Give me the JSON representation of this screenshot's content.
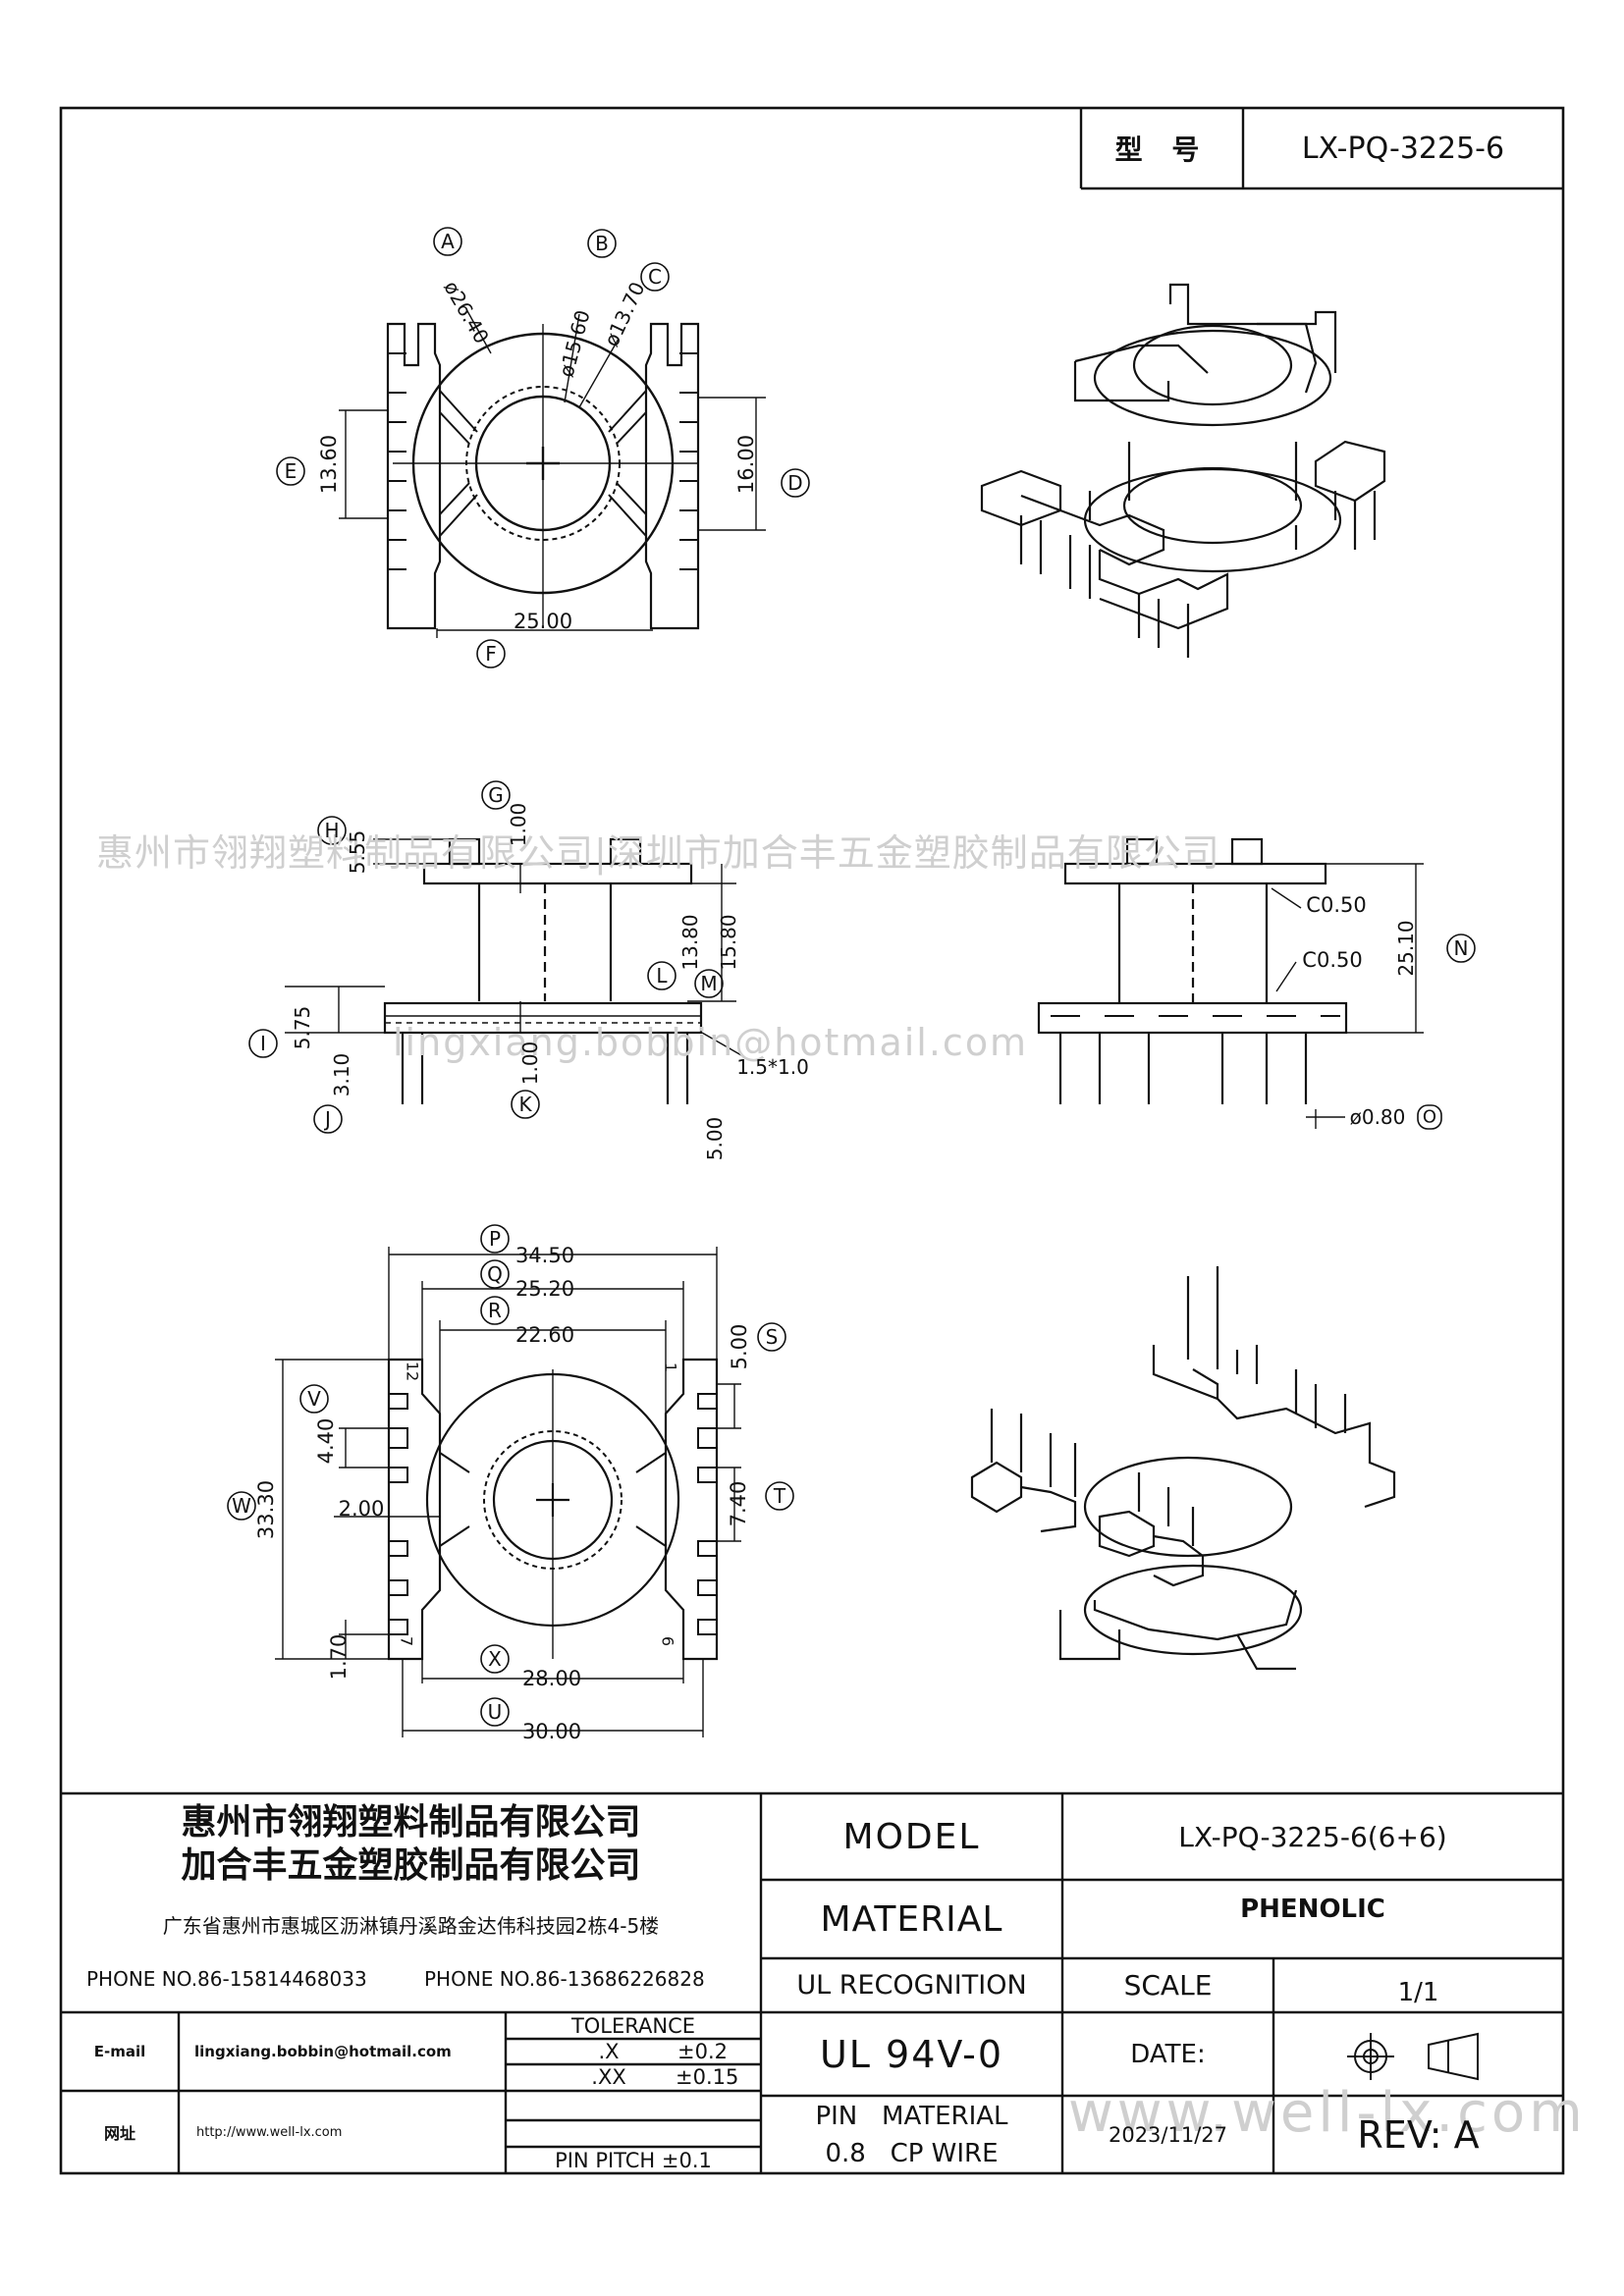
{
  "header": {
    "model_label": "型  号",
    "model_value": "LX-PQ-3225-6"
  },
  "watermarks": {
    "companies": "惠州市翎翔塑料制品有限公司|深圳市加合丰五金塑胶制品有限公司",
    "email": "lingxiang.bobbin@hotmail.com",
    "website": "www.well-lx.com"
  },
  "drawing": {
    "top_view": {
      "callouts": [
        "A",
        "B",
        "C",
        "D",
        "E",
        "F"
      ],
      "dims": {
        "outer_dia": "ø26.40",
        "mid_dia": "ø15.60",
        "inner_dia": "ø13.70",
        "height_left": "13.60",
        "height_right": "16.00",
        "width": "25.00"
      }
    },
    "side_view": {
      "callouts": [
        "G",
        "H",
        "I",
        "J",
        "K",
        "L",
        "M"
      ],
      "dims": {
        "top_flange": "1.00",
        "h": "5.55",
        "core_h": "13.80",
        "total_h": "15.80",
        "base_h": "5.75",
        "base_low": "3.10",
        "bottom_flange": "1.00",
        "pin_len": "5.00",
        "pin_size": "1.5*1.0"
      }
    },
    "front_view": {
      "callouts": [
        "N",
        "O"
      ],
      "dims": {
        "chamfer_top": "C0.50",
        "chamfer_bottom": "C0.50",
        "total_height": "25.10",
        "pin_dia": "ø0.80"
      }
    },
    "bottom_view": {
      "callouts": [
        "P",
        "Q",
        "R",
        "S",
        "T",
        "U",
        "V",
        "W",
        "X"
      ],
      "dims": {
        "p": "34.50",
        "q": "25.20",
        "r": "22.60",
        "s": "5.00",
        "t": "7.40",
        "v": "4.40",
        "w": "33.30",
        "gap": "2.00",
        "edge": "1.70",
        "x": "28.00",
        "u": "30.00"
      },
      "pin_marks": {
        "top_left": "12",
        "top_right": "1",
        "bottom_right": "6",
        "bottom_left": "7"
      }
    }
  },
  "title_block": {
    "company_1": "惠州市翎翔塑料制品有限公司",
    "company_2": "加合丰五金塑胶制品有限公司",
    "address": "广东省惠州市惠城区沥淋镇丹溪路金达伟科技园2栋4-5楼",
    "phone_1": "PHONE NO.86-15814468033",
    "phone_2": "PHONE NO.86-13686226828",
    "email_label": "E-mail",
    "email_value": "lingxiang.bobbin@hotmail.com",
    "web_label": "网址",
    "web_value": "http://www.well-lx.com",
    "tolerance_label": "TOLERANCE",
    "tol_x": ".X",
    "tol_x_val": "±0.2",
    "tol_xx": ".XX",
    "tol_xx_val": "±0.15",
    "pin_pitch": "PIN PITCH ±0.1",
    "model_label": "MODEL",
    "model_value": "LX-PQ-3225-6(6+6)",
    "material_label": "MATERIAL",
    "material_value": "PHENOLIC",
    "ul_label": "UL RECOGNITION",
    "scale_label": "SCALE",
    "scale_value": "1/1",
    "ul_value": "UL 94V-0",
    "date_label": "DATE:",
    "pin_material_label": "PIN   MATERIAL",
    "pin_material_value": "0.8   CP WIRE",
    "date_value": "2023/11/27",
    "rev": "REV: A"
  }
}
